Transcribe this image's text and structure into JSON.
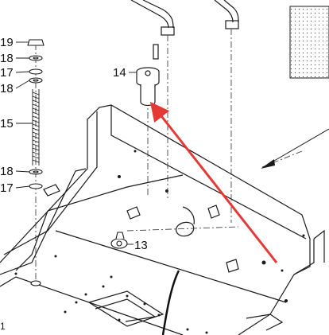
{
  "colors": {
    "line": "#1a1a1a",
    "dash": "#444444",
    "arrow": "#e53935",
    "background": "#ffffff"
  },
  "callouts": {
    "part_19": "19",
    "part_18_top": "18",
    "part_17_top": "17",
    "part_18_mid": "18",
    "part_15": "15",
    "part_18_low": "18",
    "part_17_low": "17",
    "part_14": "14",
    "part_13": "13",
    "part_1": "1"
  },
  "annotation": {
    "type": "arrow",
    "color_name": "red",
    "points_to": "part_14"
  }
}
